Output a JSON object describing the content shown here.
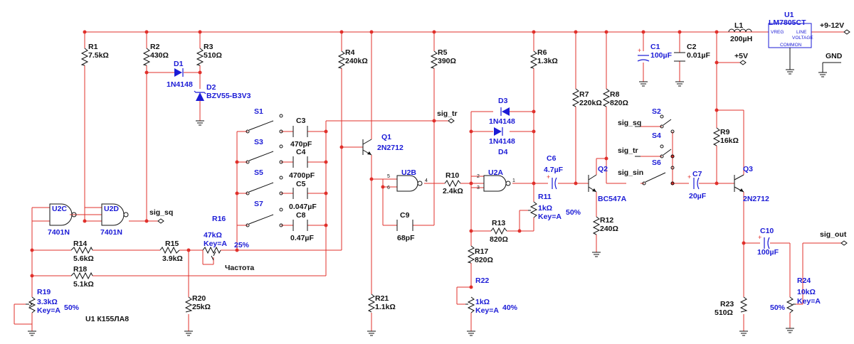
{
  "resistors": [
    {
      "ref": "R1",
      "value": "7.5kΩ"
    },
    {
      "ref": "R2",
      "value": "430Ω"
    },
    {
      "ref": "R3",
      "value": "510Ω"
    },
    {
      "ref": "R4",
      "value": "240kΩ"
    },
    {
      "ref": "R5",
      "value": "390Ω"
    },
    {
      "ref": "R6",
      "value": "1.3kΩ"
    },
    {
      "ref": "R7",
      "value": "220kΩ"
    },
    {
      "ref": "R8",
      "value": "820Ω"
    },
    {
      "ref": "R9",
      "value": "16kΩ"
    },
    {
      "ref": "R10",
      "value": "2.4kΩ"
    },
    {
      "ref": "R12",
      "value": "240Ω"
    },
    {
      "ref": "R13",
      "value": "820Ω"
    },
    {
      "ref": "R14",
      "value": "5.6kΩ"
    },
    {
      "ref": "R15",
      "value": "3.9kΩ"
    },
    {
      "ref": "R17",
      "value": "820Ω"
    },
    {
      "ref": "R18",
      "value": "5.1kΩ"
    },
    {
      "ref": "R20",
      "value": "25kΩ"
    },
    {
      "ref": "R21",
      "value": "1.1kΩ"
    },
    {
      "ref": "R23",
      "value": "510Ω"
    }
  ],
  "pots": [
    {
      "ref": "R11",
      "value": "1kΩ",
      "key": "Key=A",
      "pct": "50%"
    },
    {
      "ref": "R16",
      "value": "47kΩ",
      "key": "Key=A",
      "pct": "25%"
    },
    {
      "ref": "R19",
      "value": "3.3kΩ",
      "key": "Key=A",
      "pct": "50%"
    },
    {
      "ref": "R22",
      "value": "1kΩ",
      "key": "Key=A",
      "pct": "40%"
    },
    {
      "ref": "R24",
      "value": "10kΩ",
      "key": "Key=A",
      "pct": "50%"
    }
  ],
  "capacitors": [
    {
      "ref": "C1",
      "value": "100µF"
    },
    {
      "ref": "C2",
      "value": "0.01µF"
    },
    {
      "ref": "C3",
      "value": "470pF"
    },
    {
      "ref": "C4",
      "value": "4700pF"
    },
    {
      "ref": "C5",
      "value": "0.047µF"
    },
    {
      "ref": "C6",
      "value": "4.7µF"
    },
    {
      "ref": "C7",
      "value": "20µF"
    },
    {
      "ref": "C8",
      "value": "0.47µF"
    },
    {
      "ref": "C9",
      "value": "68pF"
    },
    {
      "ref": "C10",
      "value": "100µF"
    }
  ],
  "diodes": [
    {
      "ref": "D1",
      "value": "1N4148"
    },
    {
      "ref": "D2",
      "value": "BZV55-B3V3"
    },
    {
      "ref": "D3",
      "value": "1N4148"
    },
    {
      "ref": "D4",
      "value": "1N4148"
    }
  ],
  "transistors": [
    {
      "ref": "Q1",
      "value": "2N2712"
    },
    {
      "ref": "Q2",
      "value": "BC547A"
    },
    {
      "ref": "Q3",
      "value": "2N2712"
    }
  ],
  "gates": [
    {
      "ref": "U2C",
      "value": "7401N"
    },
    {
      "ref": "U2D",
      "value": "7401N"
    },
    {
      "ref": "U2B",
      "value": ""
    },
    {
      "ref": "U2A",
      "value": ""
    }
  ],
  "pins": {
    "u2b_in1": "5",
    "u2b_in2": "6",
    "u2b_out": "4",
    "u2a_in1": "2",
    "u2a_in2": "3",
    "u2a_out": "1"
  },
  "switches": [
    "S1",
    "S2",
    "S3",
    "S4",
    "S5",
    "S6",
    "S7"
  ],
  "regulator": {
    "ref": "U1",
    "value": "LM7805CT",
    "vreg": "VREG",
    "line": "LINE",
    "voltage": "VOLTAGE",
    "common": "COMMON"
  },
  "inductor": {
    "ref": "L1",
    "value": "200µH"
  },
  "supplies": {
    "vin": "+9-12V",
    "v5": "+5V",
    "gnd": "GND"
  },
  "signals": {
    "sig_sq": "sig_sq",
    "sig_tr": "sig_tr",
    "sig_sin": "sig_sin",
    "sig_out": "sig_out"
  },
  "notes": {
    "freq": "Частота",
    "u1": "U1 К155ЛА8"
  },
  "colors": {
    "wire": "#e0302b",
    "label": "#1b1bd6",
    "component": "#111111"
  }
}
